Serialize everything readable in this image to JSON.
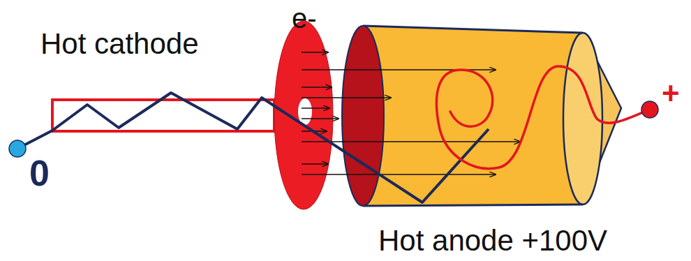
{
  "diagram": {
    "labels": [
      "Hot cathode",
      "e-",
      "0",
      "+",
      "Hot anode +100V"
    ]
  }
}
